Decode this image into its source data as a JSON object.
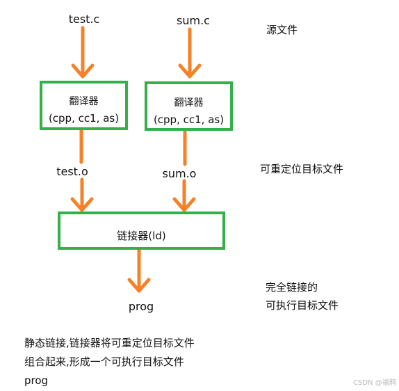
{
  "colors": {
    "arrow": "#f58229",
    "box_border": "#33b04a",
    "text": "#111111"
  },
  "diagram": {
    "inputs": [
      "test.c",
      "sum.c"
    ],
    "translators": [
      {
        "title": "翻译器",
        "detail": "(cpp, cc1, as)"
      },
      {
        "title": "翻译器",
        "detail": "(cpp, cc1, as)"
      }
    ],
    "objects": [
      "test.o",
      "sum.o"
    ],
    "linker": "链接器(ld)",
    "output": "prog"
  },
  "legend": {
    "source": "源文件",
    "relocatable": "可重定位目标文件",
    "linked_line1": "完全链接的",
    "linked_line2": "可执行目标文件"
  },
  "notes": [
    "静态链接,链接器将可重定位目标文件",
    "组合起来,形成一个可执行目标文件",
    "prog"
  ],
  "watermark": "CSDN @福鸦"
}
